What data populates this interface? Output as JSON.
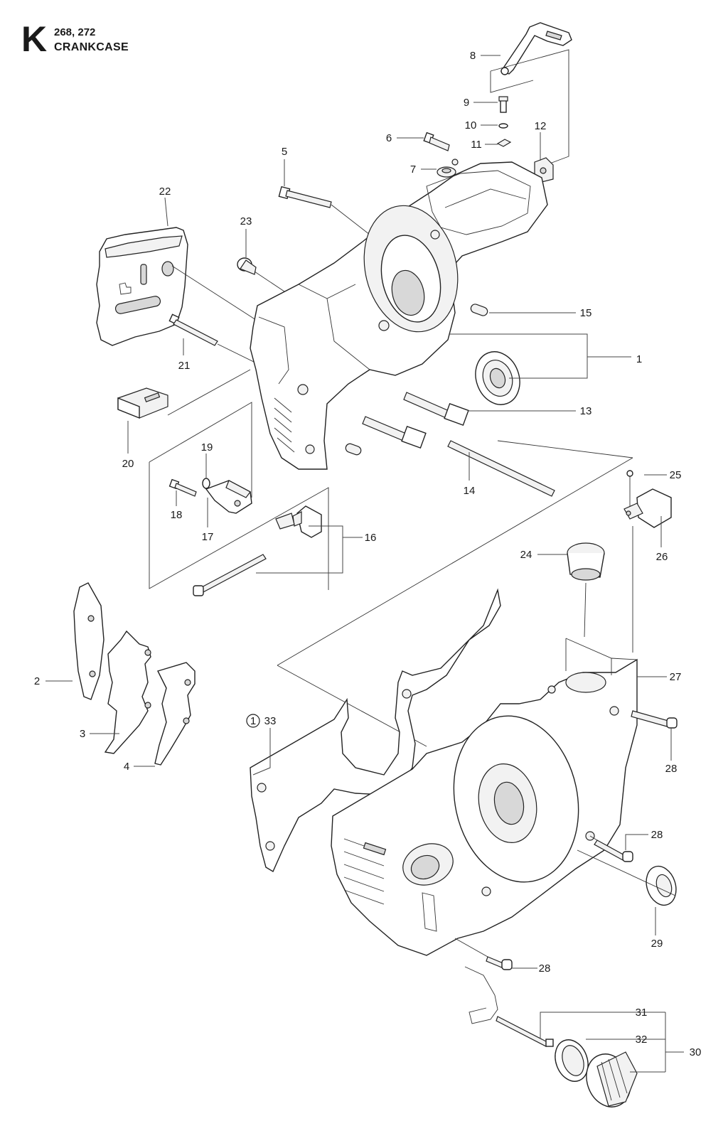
{
  "header": {
    "letter": "K",
    "models": "268, 272",
    "title": "CRANKCASE"
  },
  "callouts": [
    {
      "id": "c1",
      "text": "1"
    },
    {
      "id": "c2",
      "text": "2"
    },
    {
      "id": "c3",
      "text": "3"
    },
    {
      "id": "c4",
      "text": "4"
    },
    {
      "id": "c5",
      "text": "5"
    },
    {
      "id": "c6",
      "text": "6"
    },
    {
      "id": "c7",
      "text": "7"
    },
    {
      "id": "c8",
      "text": "8"
    },
    {
      "id": "c9",
      "text": "9"
    },
    {
      "id": "c10",
      "text": "10"
    },
    {
      "id": "c11",
      "text": "11"
    },
    {
      "id": "c12",
      "text": "12"
    },
    {
      "id": "c13",
      "text": "13"
    },
    {
      "id": "c14",
      "text": "14"
    },
    {
      "id": "c15",
      "text": "15"
    },
    {
      "id": "c16",
      "text": "16"
    },
    {
      "id": "c17",
      "text": "17"
    },
    {
      "id": "c18",
      "text": "18"
    },
    {
      "id": "c19",
      "text": "19"
    },
    {
      "id": "c20",
      "text": "20"
    },
    {
      "id": "c21",
      "text": "21"
    },
    {
      "id": "c22",
      "text": "22"
    },
    {
      "id": "c23",
      "text": "23"
    },
    {
      "id": "c24",
      "text": "24"
    },
    {
      "id": "c25",
      "text": "25"
    },
    {
      "id": "c26",
      "text": "26"
    },
    {
      "id": "c27",
      "text": "27"
    },
    {
      "id": "c28a",
      "text": "28"
    },
    {
      "id": "c28b",
      "text": "28"
    },
    {
      "id": "c28c",
      "text": "28"
    },
    {
      "id": "c29",
      "text": "29"
    },
    {
      "id": "c30",
      "text": "30"
    },
    {
      "id": "c31",
      "text": "31"
    },
    {
      "id": "c32",
      "text": "32"
    },
    {
      "id": "c33",
      "text": "33"
    }
  ],
  "note_marker": "1"
}
